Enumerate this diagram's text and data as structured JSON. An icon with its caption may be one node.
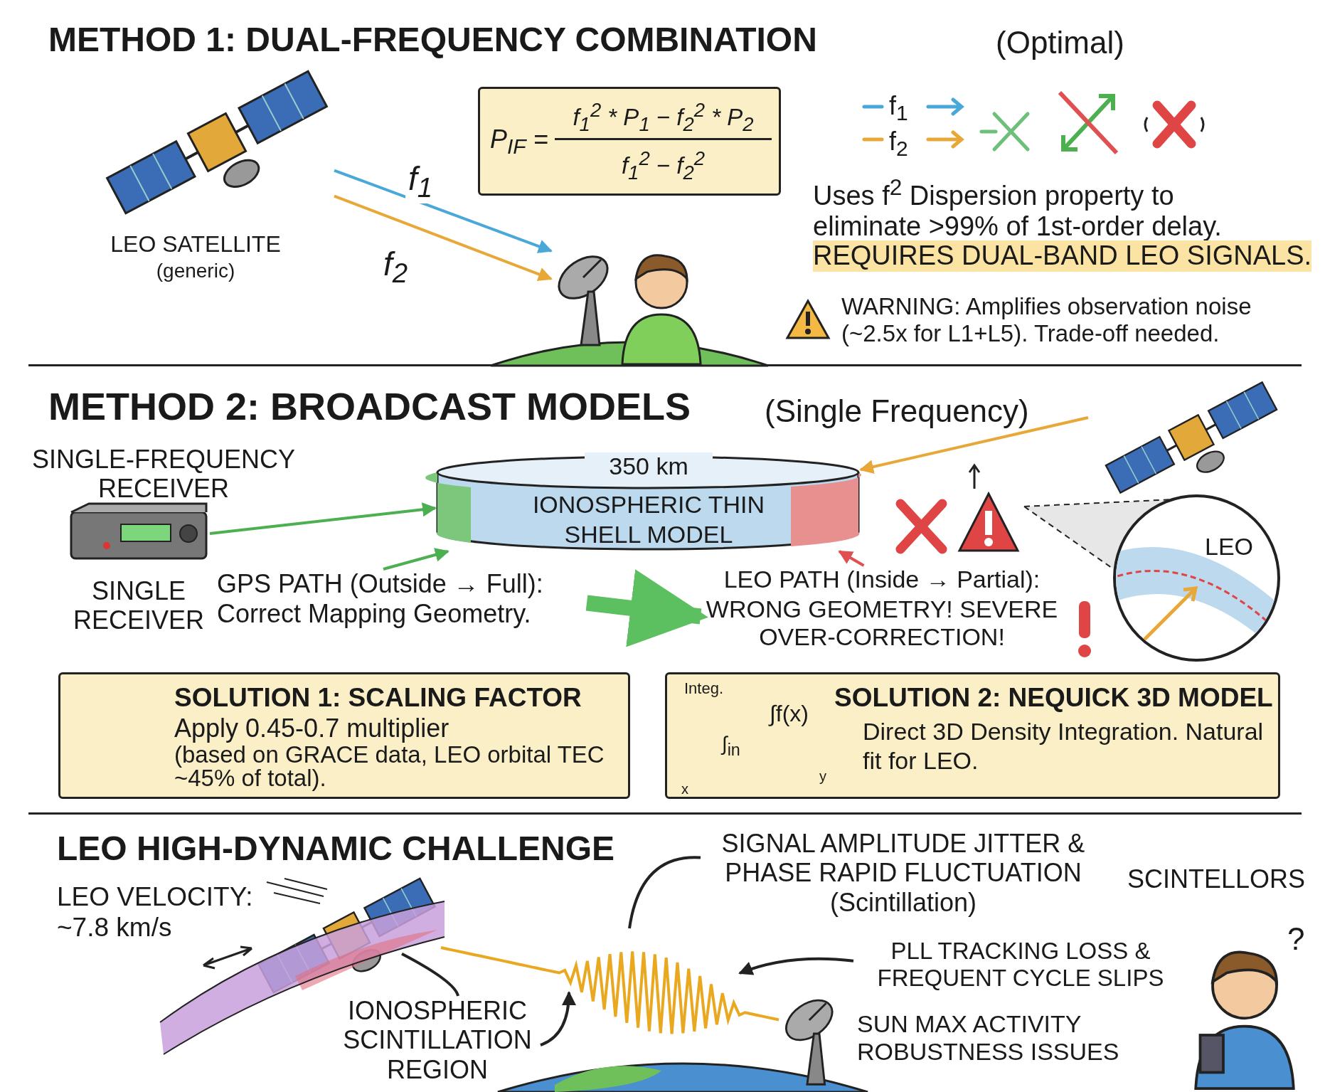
{
  "diagram": {
    "nodes": [
      {
        "text": [],
        "shape": "picture",
        "beside": [
          "LEO SATELLITE",
          "(generic)"
        ]
      },
      {
        "text": [
          "P$_{IF}$ =",
          "f$_{1}$$^{2}$ * P$_{1}$ − f$_{2}$$^{2}$ * P$_{2}$",
          "f$_{1}$$^{2}$ − f$_{2}$$^{2}$"
        ]
      },
      {
        "text": [],
        "shape": "picture"
      },
      {
        "text": [],
        "shape": "picture",
        "beside": [
          "SINGLE-FREQUENCY RECEIVER",
          "SINGLE RECEIVER"
        ]
      },
      {
        "text": [
          "350 km",
          "IONOSPHERIC THIN",
          "SHELL MODEL"
        ]
      },
      {
        "text": [],
        "shape": "picture"
      },
      {
        "text": [
          "GPS PATH (Outside → Full):",
          "Correct Mapping Geometry."
        ]
      },
      {
        "text": [
          "LEO PATH (Inside → Partial):",
          "WRONG GEOMETRY! SEVERE OVER-CORRECTION!"
        ]
      },
      {
        "text": [
          "LEO"
        ]
      },
      {
        "text": [
          "SOLUTION 1: SCALING FACTOR",
          "Apply 0.45-0.7 multiplier",
          "(based on GRACE data, LEO orbital TEC ~45% of total)."
        ]
      },
      {
        "text": [
          "SOLUTION 2: NEQUICK 3D MODEL",
          "Direct 3D Density Integration. Natural fit for LEO."
        ]
      },
      {
        "text": [
          "SIGNAL AMPLITUDE JITTER & PHASE RAPID FLUCTUATION (Scintillation)"
        ]
      },
      {
        "text": [],
        "shape": "picture"
      },
      {
        "text": [],
        "shape": "band"
      },
      {
        "text": [
          "PLL TRACKING LOSS & FREQUENT CYCLE SLIPS"
        ]
      },
      {
        "text": [],
        "shape": "picture"
      },
      {
        "text": [
          "IONOSPHERIC SCINTILLATION REGION"
        ]
      }
    ],
    "edges": [
      {
        "from": 0,
        "to": 2,
        "arrow": "to",
        "label": "f$_{1}$",
        "color": "#4aa8d8"
      },
      {
        "from": 0,
        "to": 2,
        "arrow": "to",
        "label": "f$_{2}$",
        "color": "#e8a838"
      },
      {
        "from": 3,
        "to": 4,
        "arrow": "to",
        "color": "#4caf50"
      },
      {
        "from": 5,
        "to": 4,
        "arrow": "to",
        "color": "#e8a838"
      },
      {
        "from": 6,
        "to": 4,
        "arrow": "to",
        "color": "#4caf50"
      },
      {
        "from": 7,
        "to": 4,
        "arrow": "to",
        "color": "#e05050"
      },
      {
        "from": 6,
        "to": 7,
        "arrow": "to",
        "style": "thick",
        "color": "#5cc060"
      },
      {
        "from": 12,
        "to": 15,
        "arrow": "none",
        "color": "#e8a820"
      },
      {
        "from": 11,
        "to": null,
        "arrow": "none"
      },
      {
        "from": 14,
        "to": null,
        "arrow": "to"
      },
      {
        "from": 16,
        "to": 13,
        "arrow": "none"
      },
      {
        "from": 16,
        "to": null,
        "arrow": "to"
      }
    ],
    "labels": [
      "METHOD 1: DUAL-FREQUENCY COMBINATION",
      "(Optimal)",
      "f$_{1}$",
      "f$_{2}$",
      "Uses f$^{2}$ Dispersion property to eliminate >99% of 1st-order delay.",
      "REQUIRES DUAL-BAND LEO SIGNALS.",
      "WARNING: Amplifies observation noise (~2.5x for L1+L5). Trade-off needed.",
      "METHOD 2: BROADCAST MODELS",
      "(Single Frequency)",
      "Integ.",
      "∫f(x)",
      "∫$_{in}$",
      "x",
      "y",
      "LEO HIGH-DYNAMIC CHALLENGE",
      "SCINTELLORS",
      "LEO VELOCITY: ~7.8 km/s",
      "?",
      "SUN MAX ACTIVITY ROBUSTNESS ISSUES"
    ]
  }
}
